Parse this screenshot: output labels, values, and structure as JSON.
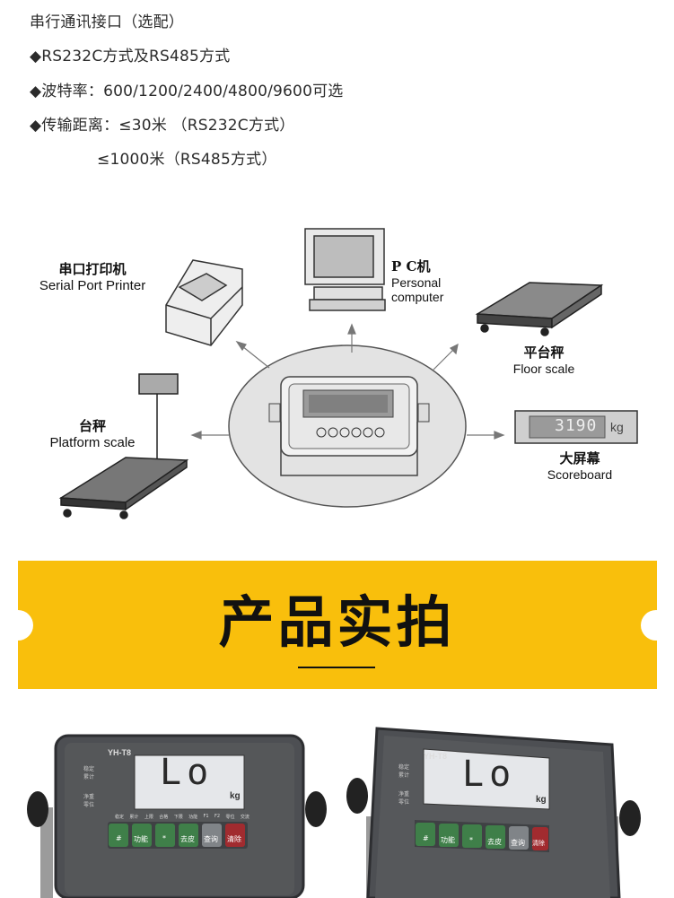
{
  "specs": {
    "title": "串行通讯接口（选配）",
    "items": [
      "◆RS232C方式及RS485方式",
      "◆波特率：600/1200/2400/4800/9600可选",
      "◆传输距离：≤30米  （RS232C方式）",
      "≤1000米（RS485方式）"
    ]
  },
  "diagram": {
    "printer": {
      "zh": "串口打印机",
      "en": "Serial Port Printer"
    },
    "pc": {
      "zh": "P C机",
      "en_line1": "Personal",
      "en_line2": "computer"
    },
    "floor_scale": {
      "zh": "平台秤",
      "en": "Floor scale"
    },
    "platform_scale": {
      "zh": "台秤",
      "en": "Platform scale"
    },
    "scoreboard": {
      "zh": "大屏幕",
      "en": "Scoreboard",
      "display_value": "3190",
      "unit": "kg"
    }
  },
  "banner": {
    "title": "产品实拍",
    "color": "#f9bf0c"
  },
  "photos": {
    "model": "YH-T8",
    "display_text": "Lo",
    "unit": "kg",
    "side_labels": [
      "稳定",
      "累计",
      "净重",
      "零位"
    ],
    "indicator_labels": [
      "稳定",
      "累计",
      "上限",
      "合格",
      "下限",
      "功能",
      "F1",
      "F2",
      "零位",
      "交流"
    ],
    "buttons": [
      "#",
      "功能",
      "*",
      "去皮",
      "查询",
      "清除"
    ]
  }
}
